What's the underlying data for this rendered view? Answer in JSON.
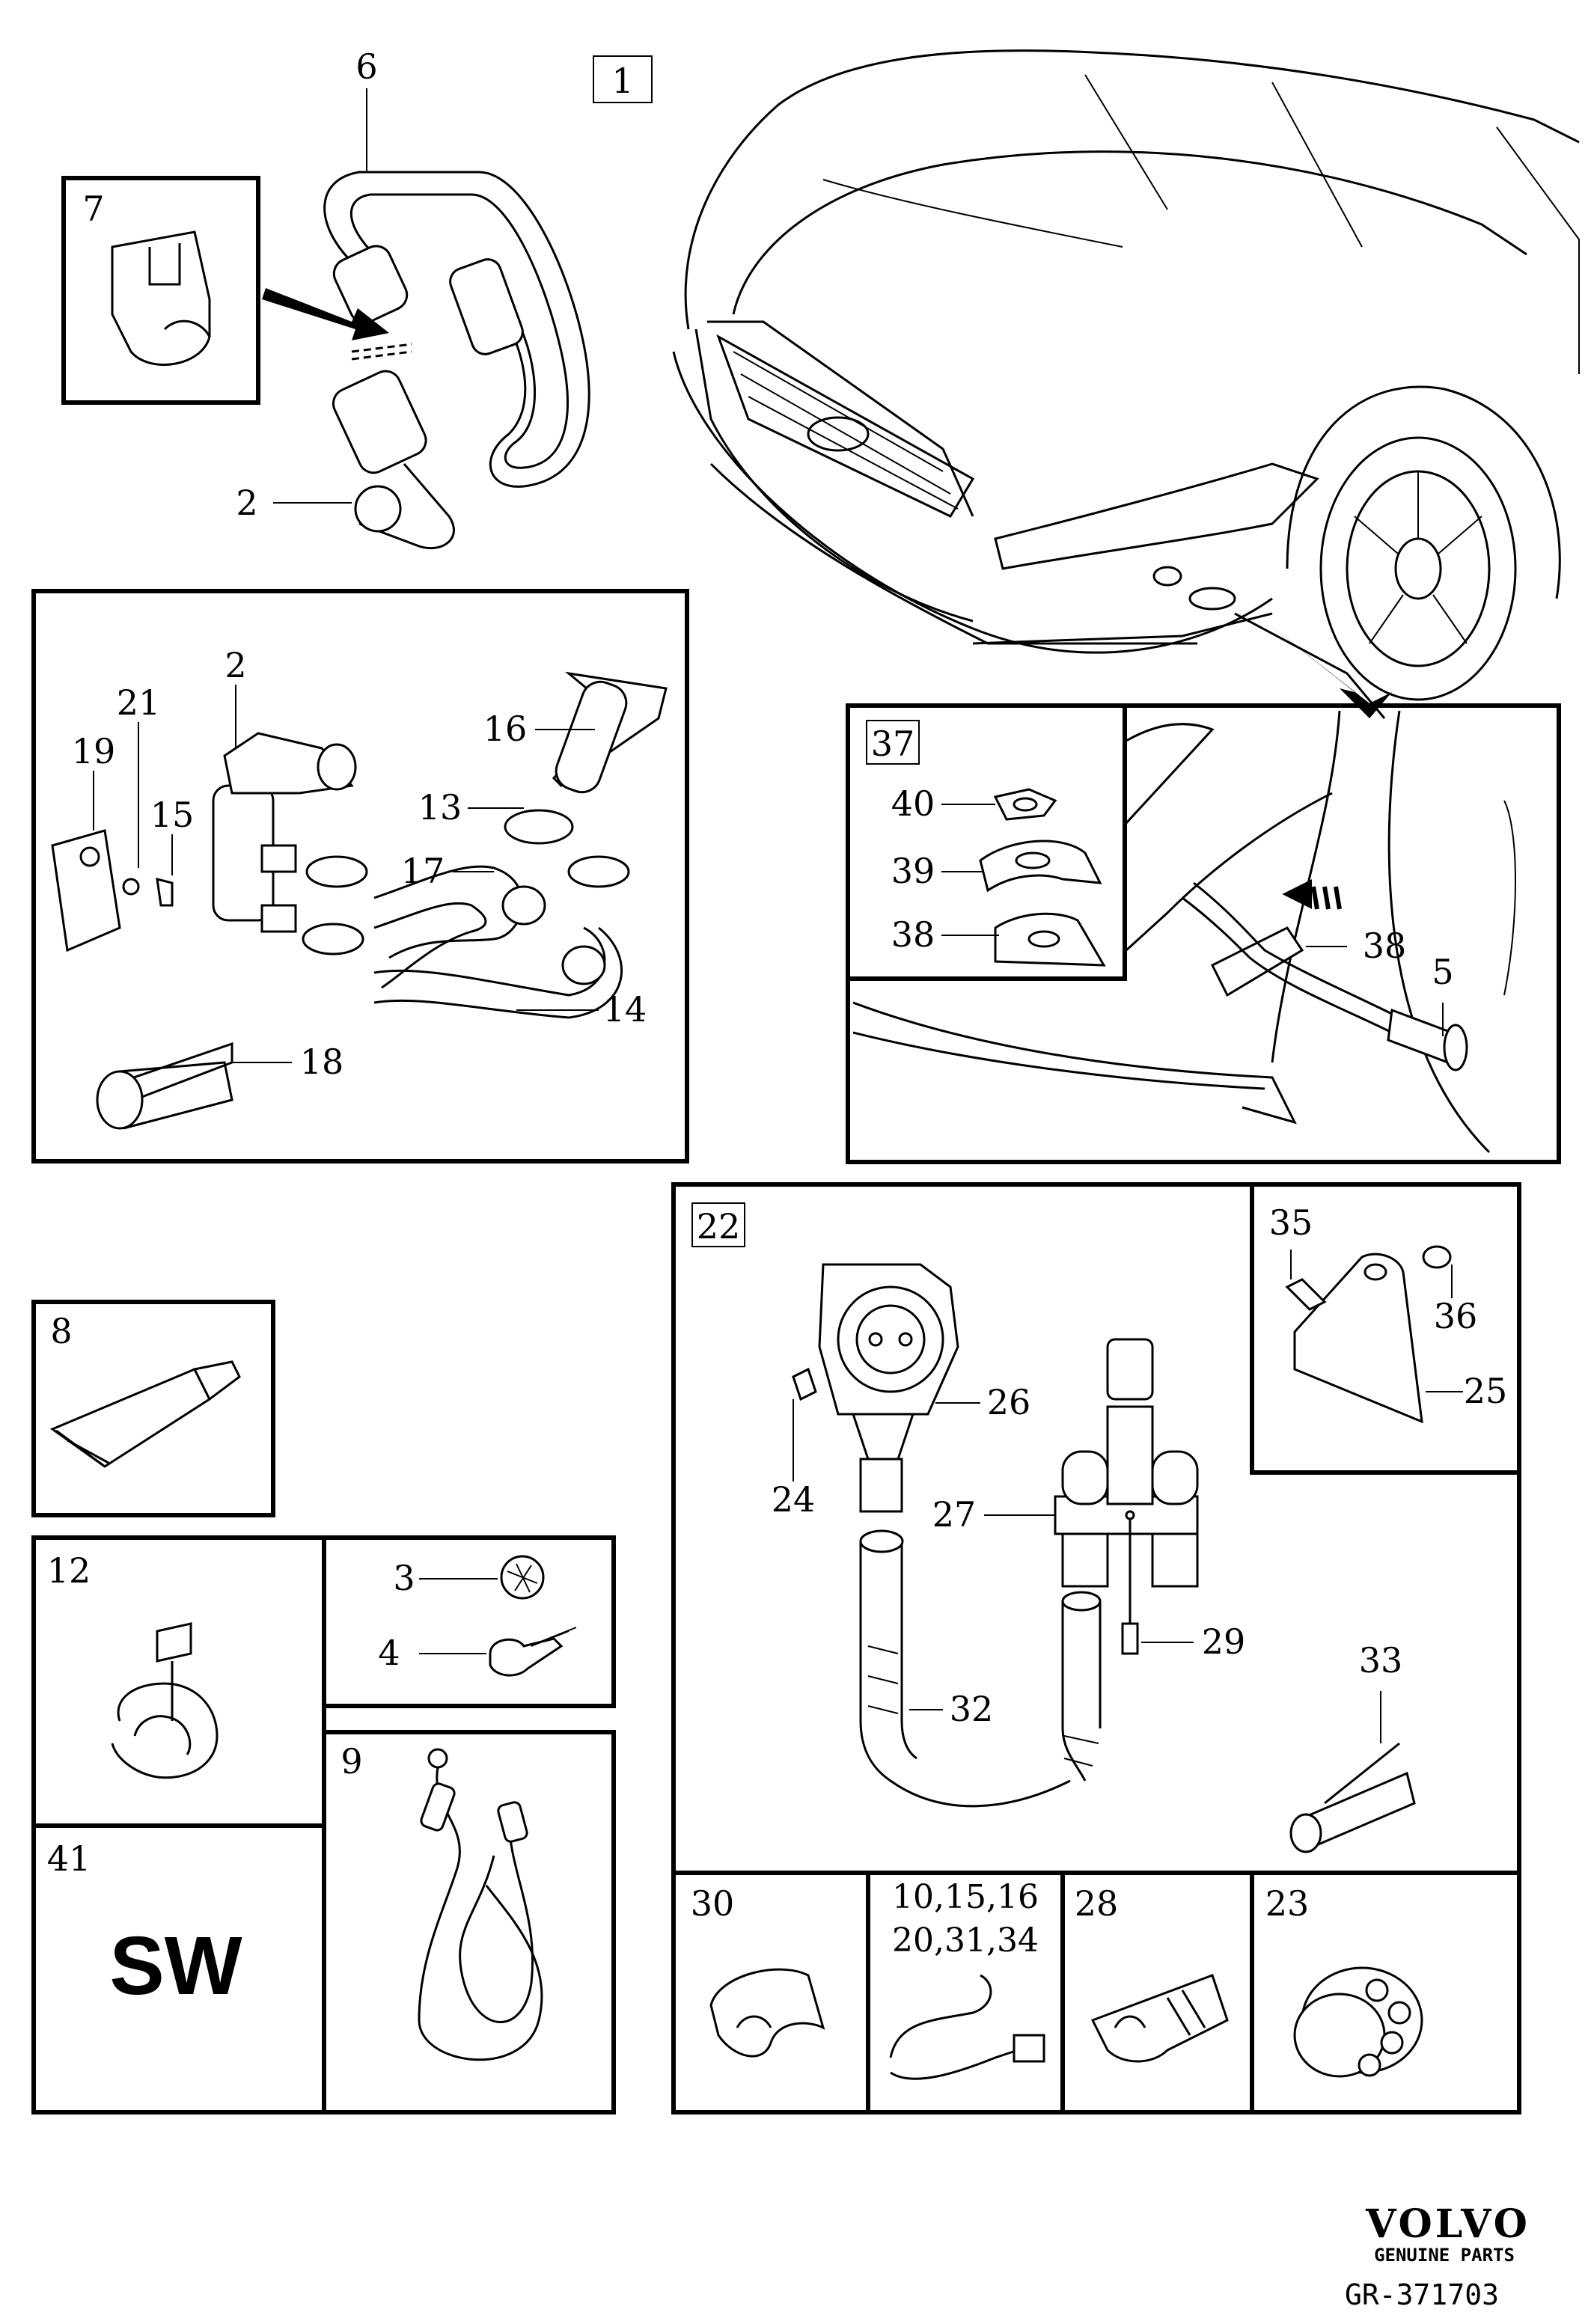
{
  "diagram": {
    "reference": "GR-371703",
    "brand": {
      "name": "VOLVO",
      "tagline": "GENUINE PARTS"
    }
  },
  "callouts": {
    "c1": "1",
    "c2a": "2",
    "c2b": "2",
    "c3": "3",
    "c4": "4",
    "c5": "5",
    "c6": "6",
    "c7": "7",
    "c8": "8",
    "c9": "9",
    "c12": "12",
    "c13": "13",
    "c14": "14",
    "c15": "15",
    "c16": "16",
    "c17": "17",
    "c18": "18",
    "c19": "19",
    "c21": "21",
    "c22": "22",
    "c23": "23",
    "c24": "24",
    "c25": "25",
    "c26": "26",
    "c27": "27",
    "c28": "28",
    "c29": "29",
    "c30": "30",
    "c32": "32",
    "c33": "33",
    "c35": "35",
    "c36": "36",
    "c37": "37",
    "c38a": "38",
    "c38b": "38",
    "c39": "39",
    "c40": "40",
    "c41": "41",
    "multi_line1": "10,15,16",
    "multi_line2": "20,31,34"
  },
  "sw_label": "SW",
  "icons": {
    "car": "car-front-icon",
    "hose": "coolant-hose-icon",
    "clip": "clip-icon",
    "tube": "sealant-tube-icon",
    "cable": "cable-icon",
    "socket": "power-socket-icon",
    "cable_tie": "cable-tie-icon",
    "connector": "connector-icon"
  }
}
